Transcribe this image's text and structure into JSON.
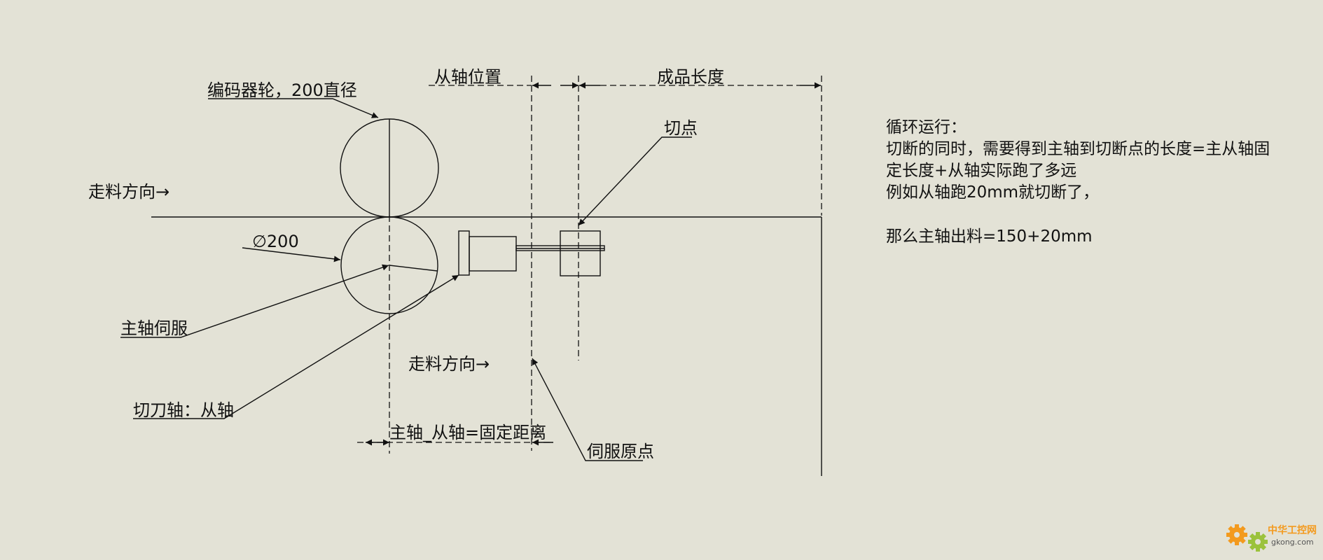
{
  "labels": {
    "encoder_wheel": "编码器轮，200直径",
    "slave_position": "从轴位置",
    "product_length": "成品长度",
    "cut_point": "切点",
    "feed_direction_upper": "走料方向→",
    "diameter": "∅200",
    "main_axis_servo": "主轴伺服",
    "cutter_axis": "切刀轴：从轴",
    "feed_direction_lower": "走料方向→",
    "fixed_distance": "主轴_从轴=固定距离",
    "servo_origin": "伺服原点"
  },
  "notes": {
    "line1": "循环运行：",
    "line2": "切断的同时，需要得到主轴到切断点的长度=主从轴固",
    "line3": "定长度+从轴实际跑了多远",
    "line4": "例如从轴跑20mm就切断了，",
    "line5": "那么主轴出料=150+20mm"
  },
  "watermark": {
    "name": "中华工控网",
    "url": "gkong.com"
  },
  "colors": {
    "background": "#e3e2d6",
    "line": "#111111",
    "watermark_orange": "#f39a1e",
    "watermark_green": "#9bc23c"
  }
}
